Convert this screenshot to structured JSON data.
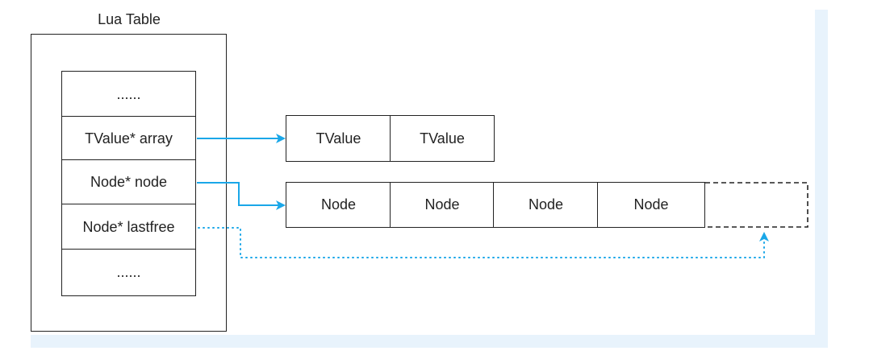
{
  "lua_table": {
    "title": "Lua Table",
    "fields": [
      "......",
      "TValue* array",
      "Node* node",
      "Node* lastfree",
      "......"
    ]
  },
  "array_part": {
    "cells": [
      "TValue",
      "TValue"
    ]
  },
  "node_part": {
    "cells": [
      "Node",
      "Node",
      "Node",
      "Node"
    ],
    "free_slot_style": "dashed"
  },
  "colors": {
    "arrow": "#1aa7e8",
    "stroke": "#222222",
    "panel": "#e8f3fc"
  }
}
